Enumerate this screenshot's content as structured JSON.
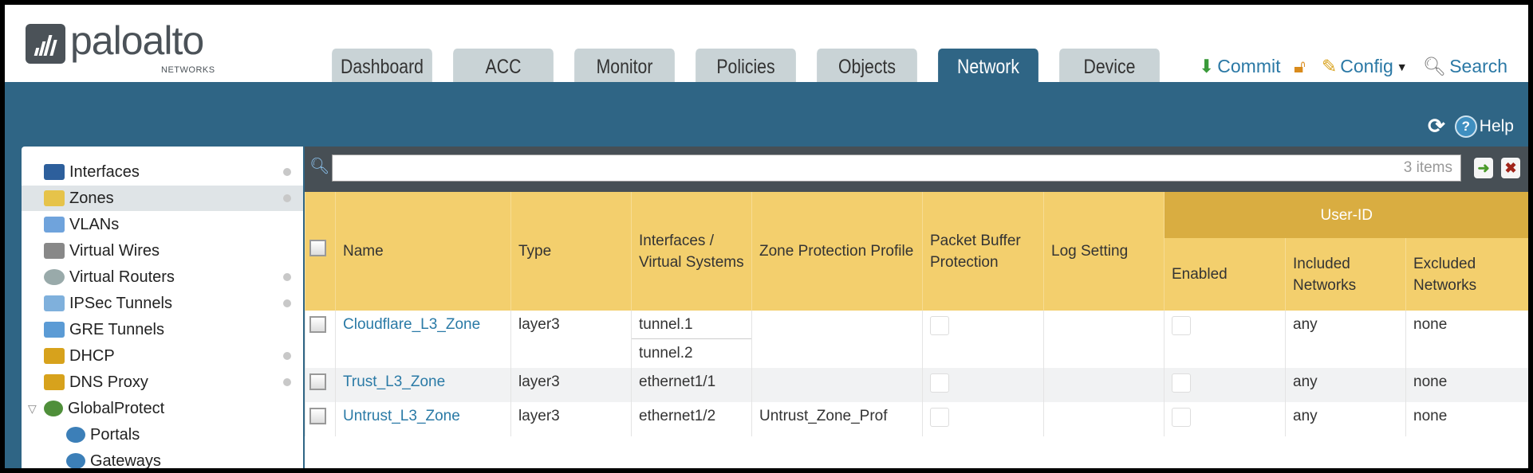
{
  "brand": {
    "name": "paloalto",
    "sub": "NETWORKS"
  },
  "tabs": [
    {
      "label": "Dashboard"
    },
    {
      "label": "ACC"
    },
    {
      "label": "Monitor"
    },
    {
      "label": "Policies"
    },
    {
      "label": "Objects"
    },
    {
      "label": "Network",
      "active": true
    },
    {
      "label": "Device"
    }
  ],
  "toplinks": {
    "commit": "Commit",
    "config": "Config",
    "search": "Search"
  },
  "help": "Help",
  "sidebar": {
    "items": [
      {
        "label": "Interfaces",
        "icon": "interfaces-icon",
        "dot": true
      },
      {
        "label": "Zones",
        "icon": "zones-icon",
        "dot": true,
        "selected": true
      },
      {
        "label": "VLANs",
        "icon": "vlans-icon"
      },
      {
        "label": "Virtual Wires",
        "icon": "virtual-wires-icon"
      },
      {
        "label": "Virtual Routers",
        "icon": "virtual-routers-icon",
        "dot": true
      },
      {
        "label": "IPSec Tunnels",
        "icon": "ipsec-icon",
        "dot": true
      },
      {
        "label": "GRE Tunnels",
        "icon": "gre-icon"
      },
      {
        "label": "DHCP",
        "icon": "dhcp-icon",
        "dot": true
      },
      {
        "label": "DNS Proxy",
        "icon": "dns-icon",
        "dot": true
      },
      {
        "label": "GlobalProtect",
        "icon": "globalprotect-icon",
        "expanded": true
      },
      {
        "label": "Portals",
        "icon": "portals-icon",
        "child": true
      },
      {
        "label": "Gateways",
        "icon": "gateways-icon",
        "child": true
      }
    ]
  },
  "search": {
    "value": "",
    "count": "3 items"
  },
  "table": {
    "group": "User-ID",
    "headers": {
      "name": "Name",
      "type": "Type",
      "interfaces": "Interfaces / Virtual Systems",
      "zpp": "Zone Protection Profile",
      "pbp": "Packet Buffer Protection",
      "log": "Log Setting",
      "enabled": "Enabled",
      "included": "Included Networks",
      "excluded": "Excluded Networks"
    },
    "rows": [
      {
        "name": "Cloudflare_L3_Zone",
        "type": "layer3",
        "interfaces": [
          "tunnel.1",
          "tunnel.2"
        ],
        "zpp": "",
        "included": "any",
        "excluded": "none"
      },
      {
        "name": "Trust_L3_Zone",
        "type": "layer3",
        "interfaces": [
          "ethernet1/1"
        ],
        "zpp": "",
        "included": "any",
        "excluded": "none"
      },
      {
        "name": "Untrust_L3_Zone",
        "type": "layer3",
        "interfaces": [
          "ethernet1/2"
        ],
        "zpp": "Untrust_Zone_Prof",
        "included": "any",
        "excluded": "none"
      }
    ]
  },
  "colors": {
    "header_blue": "#2f6585",
    "table_header": "#f3cf6d",
    "userid_header": "#d9ad41",
    "link": "#2a7aa6"
  }
}
